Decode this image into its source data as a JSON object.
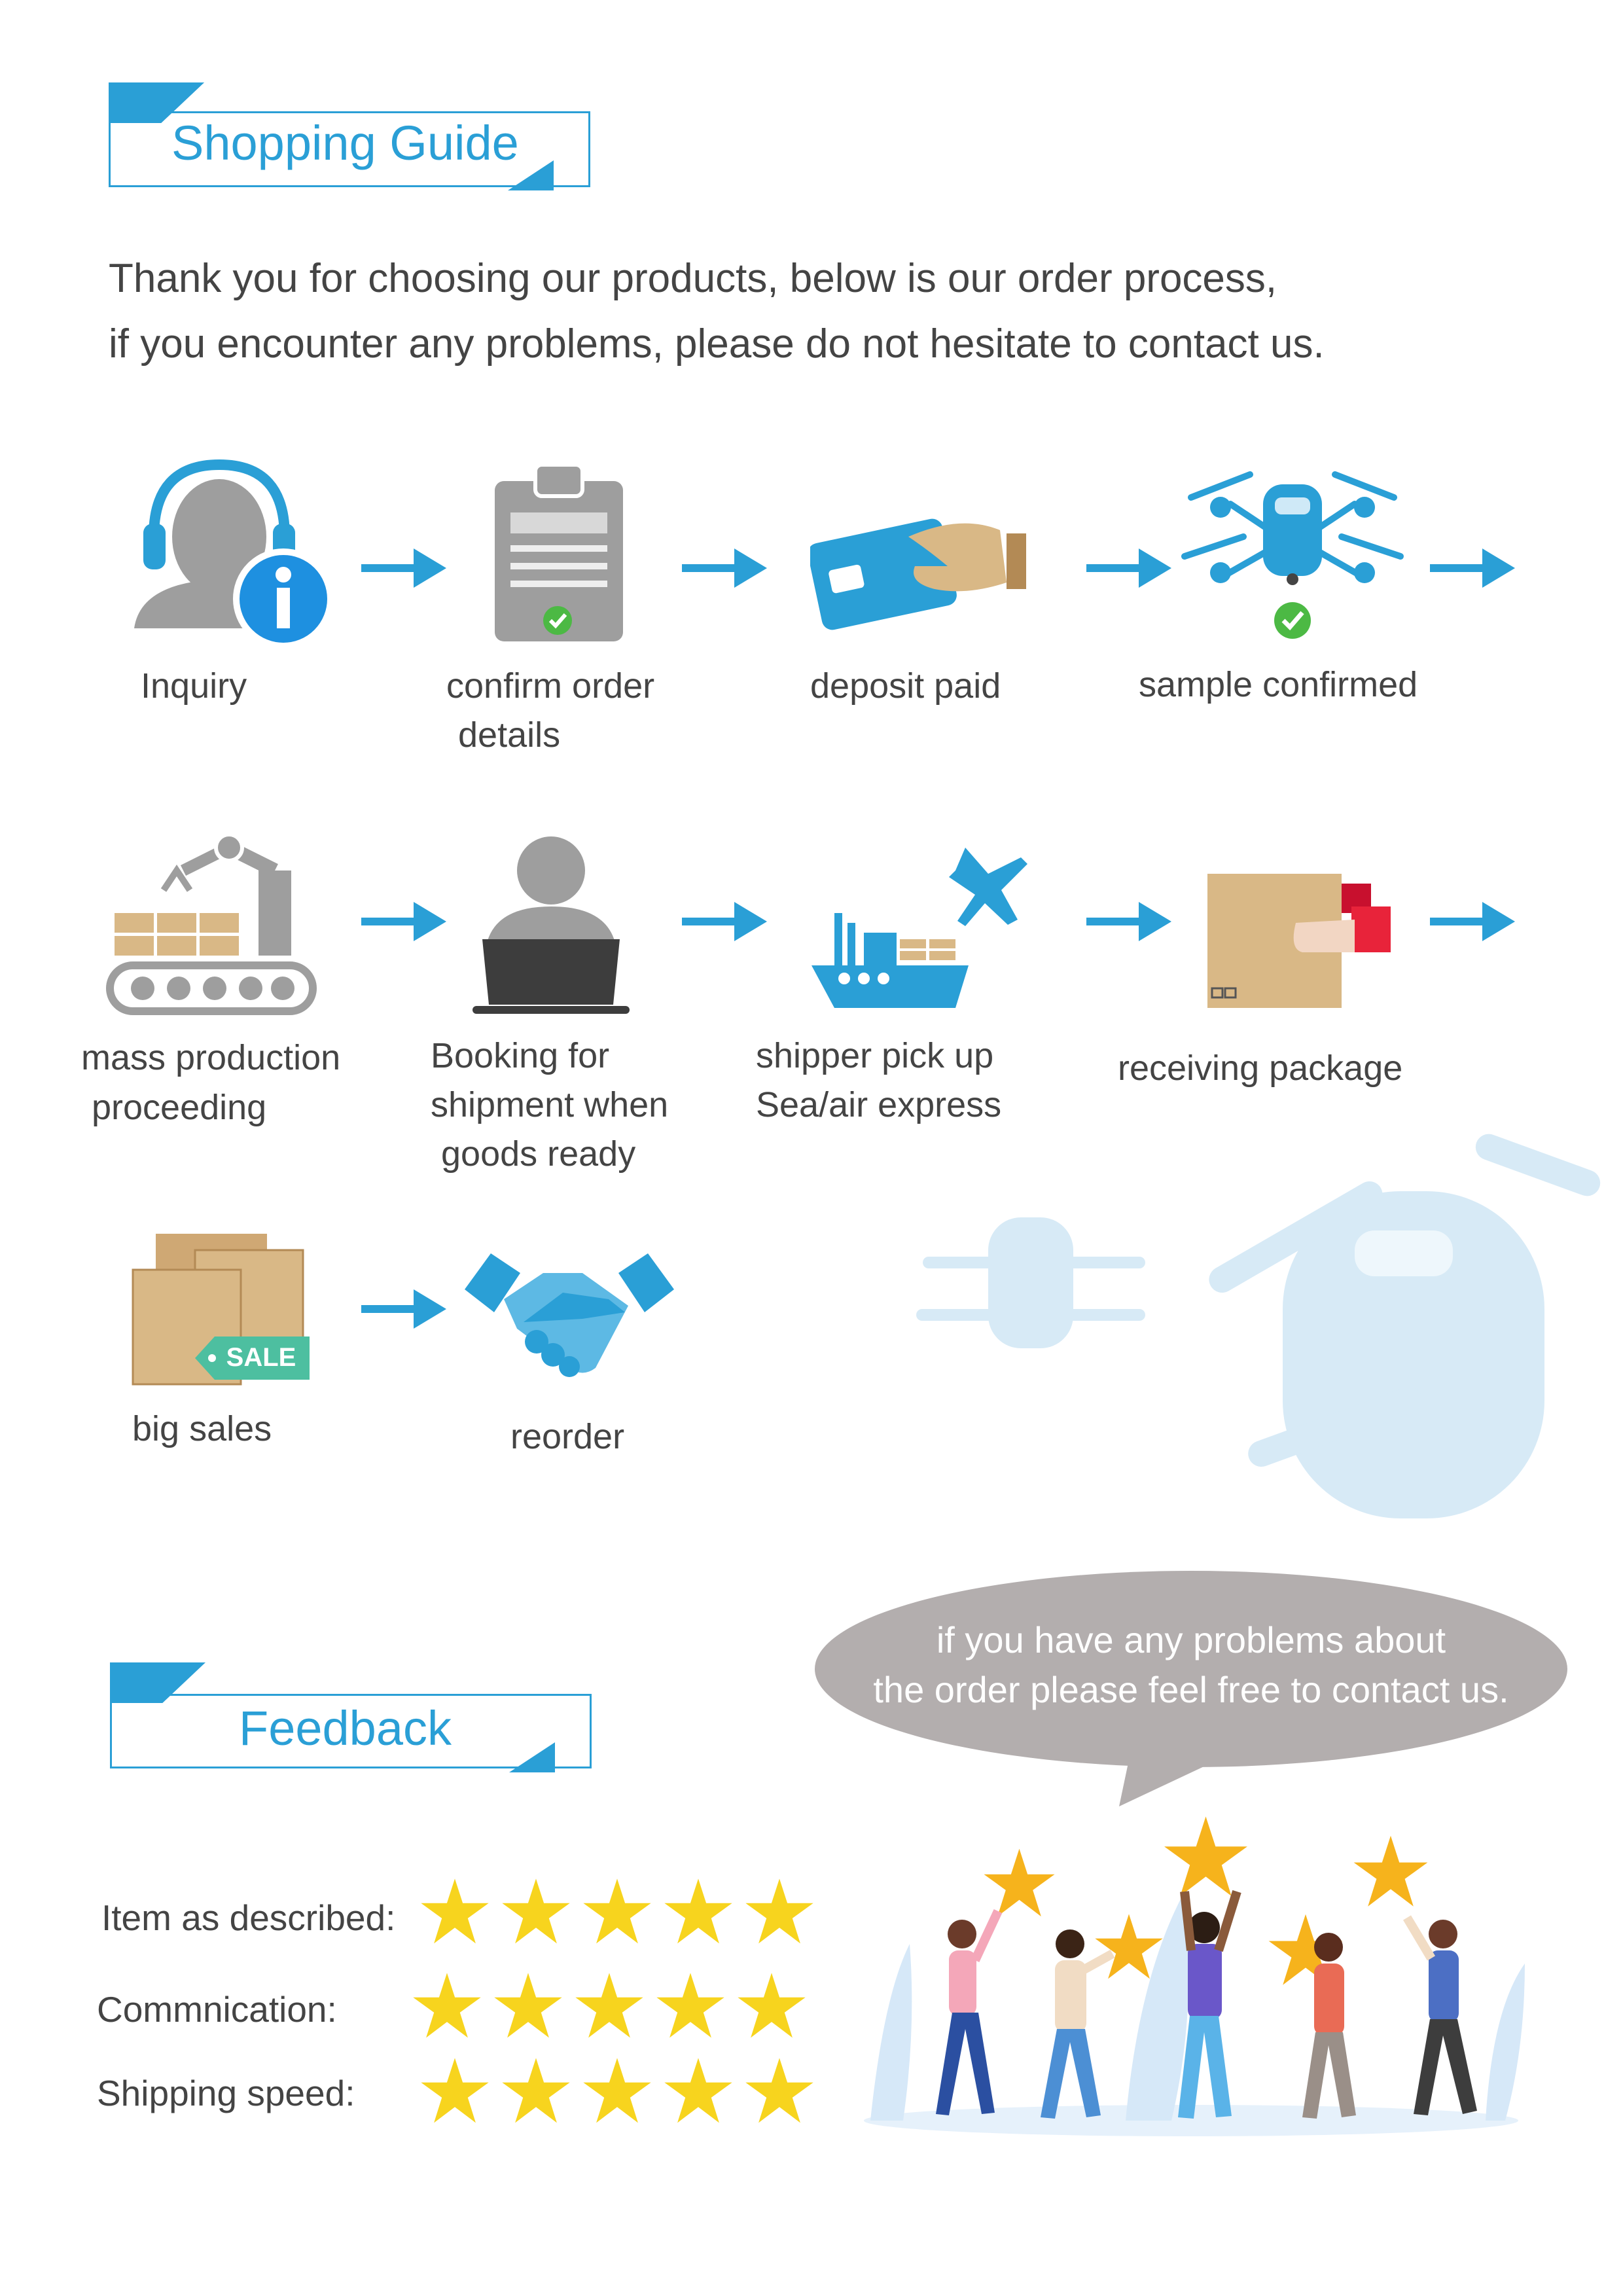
{
  "guide": {
    "title": "Shopping Guide",
    "intro_line1": "Thank you for choosing our products, below is our order process,",
    "intro_line2": "if you encounter any problems, please do not hesitate to contact us."
  },
  "steps": {
    "inquiry": "Inquiry",
    "confirm_line1": "confirm order",
    "confirm_line2": "details",
    "deposit": "deposit paid",
    "sample": "sample confirmed",
    "mass_line1": "mass production",
    "mass_line2": "proceeding",
    "booking_line1": "Booking for",
    "booking_line2": "shipment when",
    "booking_line3": "goods ready",
    "shipper_line1": "shipper pick up",
    "shipper_line2": "Sea/air express",
    "receiving": "receiving package",
    "big_sales": "big sales",
    "sale_tag": "SALE",
    "reorder": "reorder"
  },
  "feedback": {
    "title": "Feedback",
    "bubble_line1": "if you have any problems about",
    "bubble_line2": "the order please feel free to contact us.",
    "ratings": [
      {
        "label": "Item as described:",
        "stars": 5
      },
      {
        "label": "Commnication:",
        "stars": 5
      },
      {
        "label": "Shipping speed:",
        "stars": 5
      }
    ]
  },
  "colors": {
    "accent": "#2a9fd6",
    "icon_gray": "#9e9e9e",
    "cardboard": "#d9b886",
    "star": "#f7d41e",
    "bubble": "#b3aeae"
  }
}
